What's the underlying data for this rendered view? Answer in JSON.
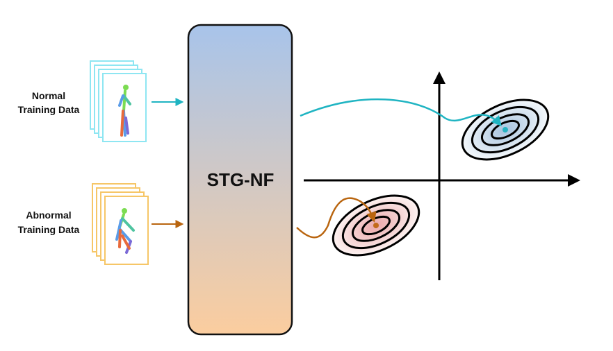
{
  "inputs": {
    "normal": {
      "line1": "Normal",
      "line2": "Training Data",
      "frame_color": "#8ee6f2",
      "arrow_color": "#1fb4c2"
    },
    "abnormal": {
      "line1": "Abnormal",
      "line2": "Training Data",
      "frame_color": "#f6c667",
      "arrow_color": "#b9650f"
    }
  },
  "model": {
    "label": "STG-NF",
    "gradient_top": "#a8c4ea",
    "gradient_bottom": "#fbcd9f",
    "border_color": "#111111"
  },
  "latent_space": {
    "axis_color": "#000000",
    "normal_cluster": {
      "fill_outer": "#f4f8fb",
      "fill_inner": "#a6c3df",
      "center_color": "#27b3c3",
      "ring_count": 4
    },
    "abnormal_cluster": {
      "fill_outer": "#fdf3f2",
      "fill_inner": "#eaa7a9",
      "center_color": "#c26a1a",
      "ring_count": 4
    }
  },
  "skeleton_colors": [
    "#7cdc52",
    "#5a9ce8",
    "#e86a3c",
    "#4fc4a0",
    "#7b6ad6"
  ]
}
